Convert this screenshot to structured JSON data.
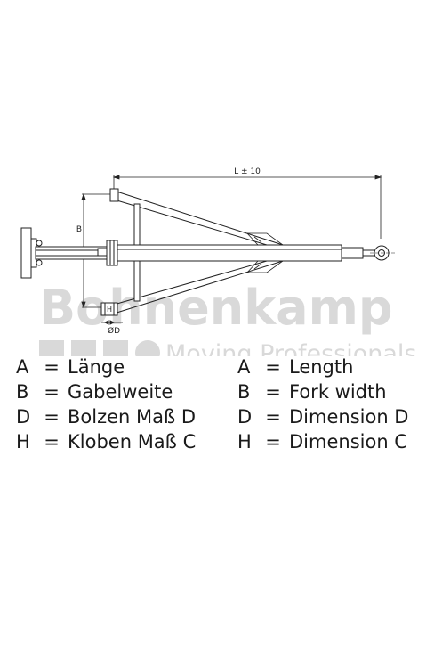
{
  "dimensions": {
    "length_label": "L ± 10",
    "fork_label": "B",
    "bolt_label": "ØD",
    "clevis_label": "H"
  },
  "watermark": {
    "brand": "Bohnenkamp",
    "tagline": "Moving Professionals",
    "color": "#cfcfcf"
  },
  "legend": {
    "de": [
      {
        "key": "A",
        "sep": "=",
        "text": "Länge"
      },
      {
        "key": "B",
        "sep": "=",
        "text": "Gabelweite"
      },
      {
        "key": "D",
        "sep": "=",
        "text": "Bolzen Maß D"
      },
      {
        "key": "H",
        "sep": "=",
        "text": "Kloben Maß C"
      }
    ],
    "en": [
      {
        "key": "A",
        "sep": "=",
        "text": "Length"
      },
      {
        "key": "B",
        "sep": "=",
        "text": "Fork width"
      },
      {
        "key": "D",
        "sep": "=",
        "text": "Dimension D"
      },
      {
        "key": "H",
        "sep": "=",
        "text": "Dimension C"
      }
    ]
  }
}
